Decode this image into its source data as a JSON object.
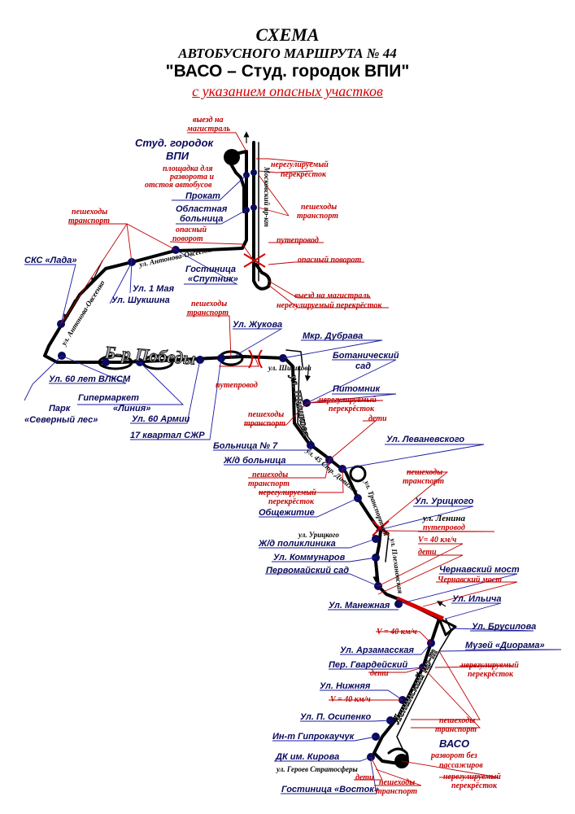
{
  "header": {
    "line1": "СХЕМА",
    "line2": "АВТОБУСНОГО МАРШРУТА № 44",
    "line3": "\"ВАСО – Студ. городок ВПИ\"",
    "line4": "с указанием опасных участков"
  },
  "colors": {
    "stop_text": "#0a0a5c",
    "hazard": "#c00000",
    "route": "#000000",
    "leader_blue": "#1a1aa0",
    "leader_red": "#c00000"
  },
  "terminals": {
    "north": {
      "line1": "Студ. городок",
      "line2": "ВПИ",
      "note1": "площадка для",
      "note2": "разворота и",
      "note3": "отстоя автобусов"
    },
    "south": {
      "name": "ВАСО",
      "note1": "разворот без",
      "note2": "пассажиров"
    }
  },
  "stops": {
    "prokat": "Прокат",
    "obl1": "Областная",
    "obl2": "больница",
    "gost_sp1": "Гостиница",
    "gost_sp2": "«Спутник»",
    "maya": "Ул. 1 Мая",
    "shukshina": "Ул. Шукшина",
    "lada": "СКС «Лада»",
    "zhukova": "Ул. Жукова",
    "vlksm": "Ул. 60 лет ВЛКСМ",
    "park1": "Парк",
    "park2": "«Северный лес»",
    "gm1": "Гипермаркет",
    "gm2": "«Линия»",
    "armii": "Ул. 60 Армии",
    "kvartal": "17 квартал СЖР",
    "dubrava": "Мкр. Дубрава",
    "bot1": "Ботанический",
    "bot2": "сад",
    "pitomnik": "Питомник",
    "levanev": "Ул. Леваневского",
    "bol7": "Больница № 7",
    "zhd_bol": "Ж/д больница",
    "obshch": "Общежитие",
    "uritskogo": "Ул. Урицкого",
    "zhd_pol": "Ж/д поликлиника",
    "kommunarov": "Ул. Коммунаров",
    "pervomai": "Первомайский сад",
    "chern_most": "Чернавский мост",
    "manezh": "Ул. Манежная",
    "ilicha": "Ул. Ильича",
    "brusilova": "Ул. Брусилова",
    "diorama": "Музей «Диорама»",
    "arzam": "Ул. Арзамасская",
    "gvard": "Пер. Гвардейский",
    "nizhn": "Ул. Нижняя",
    "osipenko": "Ул. П. Осипенко",
    "gipro": "Ин-т Гипрокаучук",
    "kirova": "ДК им. Кирова",
    "vostok": "Гостиница «Восток»"
  },
  "hazards": {
    "vyezd1": "выезд на",
    "vyezd2": "магистраль",
    "nereg1": "нерегулируемый",
    "nereg2": "перекрёсток",
    "ped1": "пешеходы",
    "ped2": "транспорт",
    "op1": "опасный",
    "op2": "поворот",
    "puteprovod": "путепровод",
    "op_turn": "опасный поворот",
    "vyezd_mag": "выезд на магистраль",
    "nereg_full": "нерегулируемый перекрёсток",
    "ped_l1": "пешеходы",
    "ped_l2": "транспорт",
    "ped_z1": "пешеходы",
    "ped_z2": "транспорт",
    "puteprovod2": "путепровод",
    "ped_s1": "пешеходы",
    "ped_s2": "транспорт",
    "nereg_s1": "нерегулируемый",
    "nereg_s2": "перекрёсток",
    "deti1": "дети",
    "ped_o1": "пешеходы",
    "ped_o2": "транспорт",
    "nereg_o1": "нерегулируемый",
    "nereg_o2": "перекрёсток",
    "ped_u1": "пешеходы",
    "ped_u2": "транспорт",
    "puteprovod3": "путепровод",
    "speed1": "V= 40 км/ч",
    "deti2": "дети",
    "chern_most_red": "Чернавский мост",
    "speed2": "V = 40 км/ч",
    "nereg_d1": "нерегулируемый",
    "nereg_d2": "перекрёсток",
    "deti3": "дети",
    "speed3": "V = 40 км/ч",
    "ped_v1": "пешеходы",
    "ped_v2": "транспорт",
    "nereg_v1": "нерегулируемый",
    "nereg_v2": "перекрёсток",
    "deti4": "дети",
    "ped_k1": "пешеходы",
    "ped_k2": "транспорт"
  },
  "streets": {
    "moskovsky": "Московский пр-кт",
    "antonova1": "ул. Антонова-Овсеенко",
    "antonova2": "ул. Антонова-Овсеенко",
    "pobedy": "Б-р Победы",
    "shishkova": "ул. Шишкова",
    "shishkova2": "ул. Шишкова",
    "geroev": "ул. 45 Стр. Дивизии",
    "transport": "ул. Транспортная",
    "lenina": "ул. Ленина",
    "uritskogo_st": "ул. Урицкого",
    "plehanov": "ул. Плехановская",
    "leninsky": "Ленинский пр-т",
    "geroev_strat": "ул. Героев Стратосферы"
  }
}
